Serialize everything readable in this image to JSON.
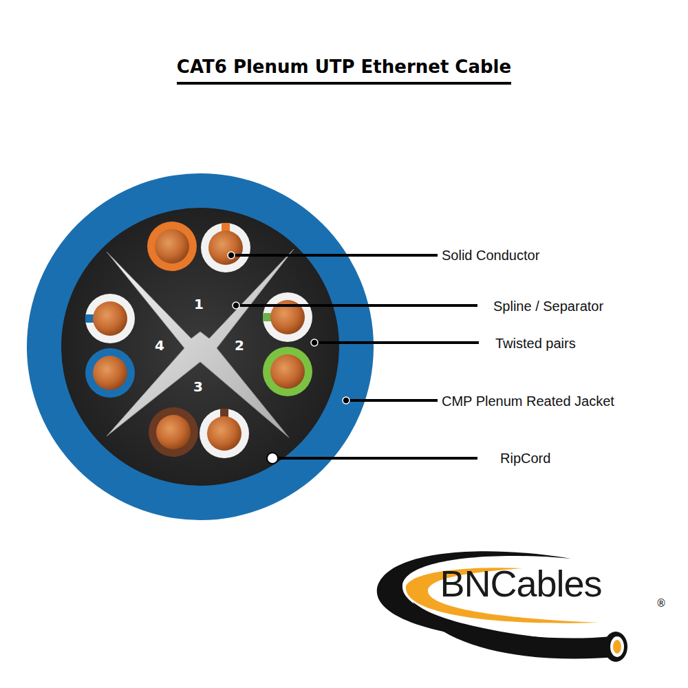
{
  "diagram": {
    "title": "CAT6 Plenum UTP Ethernet Cable",
    "labels": [
      "Solid Conductor",
      "Spline / Separator",
      "Twisted pairs",
      "CMP Plenum Reated Jacket",
      "RipCord",
      "1",
      "2",
      "3",
      "4",
      "BNCables",
      "®"
    ]
  }
}
